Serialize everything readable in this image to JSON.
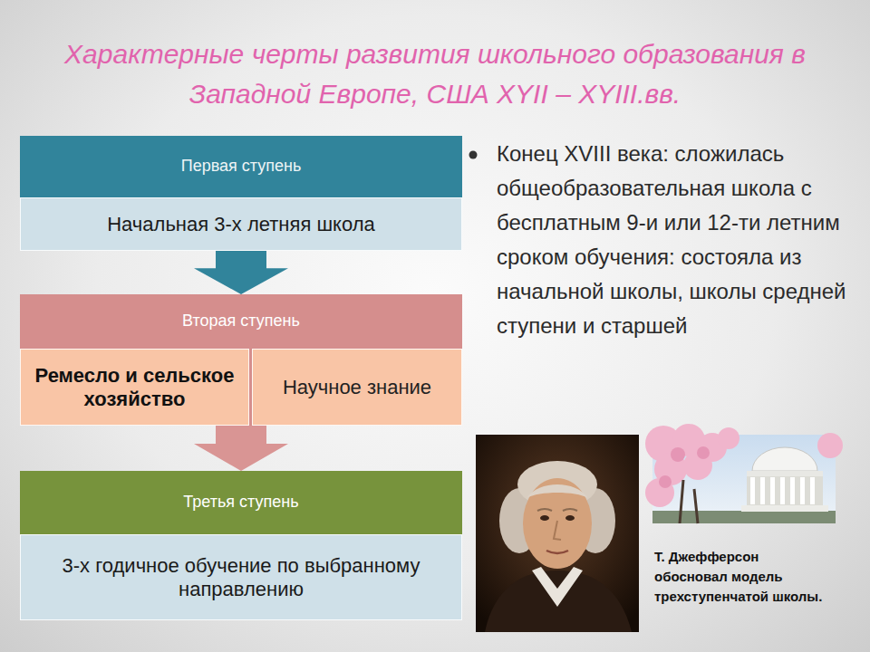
{
  "diagram": {
    "title": "Характерные черты развития школьного образования в Западной Европе, США XYII – XYIII.вв.",
    "caption": "Т. Джефферсон обосновал модель трехступенчатой школы.",
    "nodes": [
      {
        "text": [
          "Первая ступень"
        ]
      },
      {
        "text": [
          "Начальная 3-х летняя школа"
        ],
        "in": 0
      },
      {
        "text": [
          "Вторая ступень"
        ]
      },
      {
        "text": [
          "Ремесло и сельское хозяйство"
        ],
        "in": 2
      },
      {
        "text": [
          "Научное знание"
        ],
        "in": 2
      },
      {
        "text": [
          "Третья ступень"
        ]
      },
      {
        "text": [
          "3-х годичное обучение по выбранному направлению"
        ],
        "in": 5
      }
    ],
    "edges": [
      {
        "from": 0,
        "to": 2,
        "arrow": "to"
      },
      {
        "from": 2,
        "to": 5,
        "arrow": "to"
      }
    ],
    "labels": [
      "Конец XVIII века: сложилась общеобразовательная школа с бесплатным 9-и или 12-ти летним сроком обучения: состояла из начальной школы, школы средней ступени и старшей"
    ]
  }
}
